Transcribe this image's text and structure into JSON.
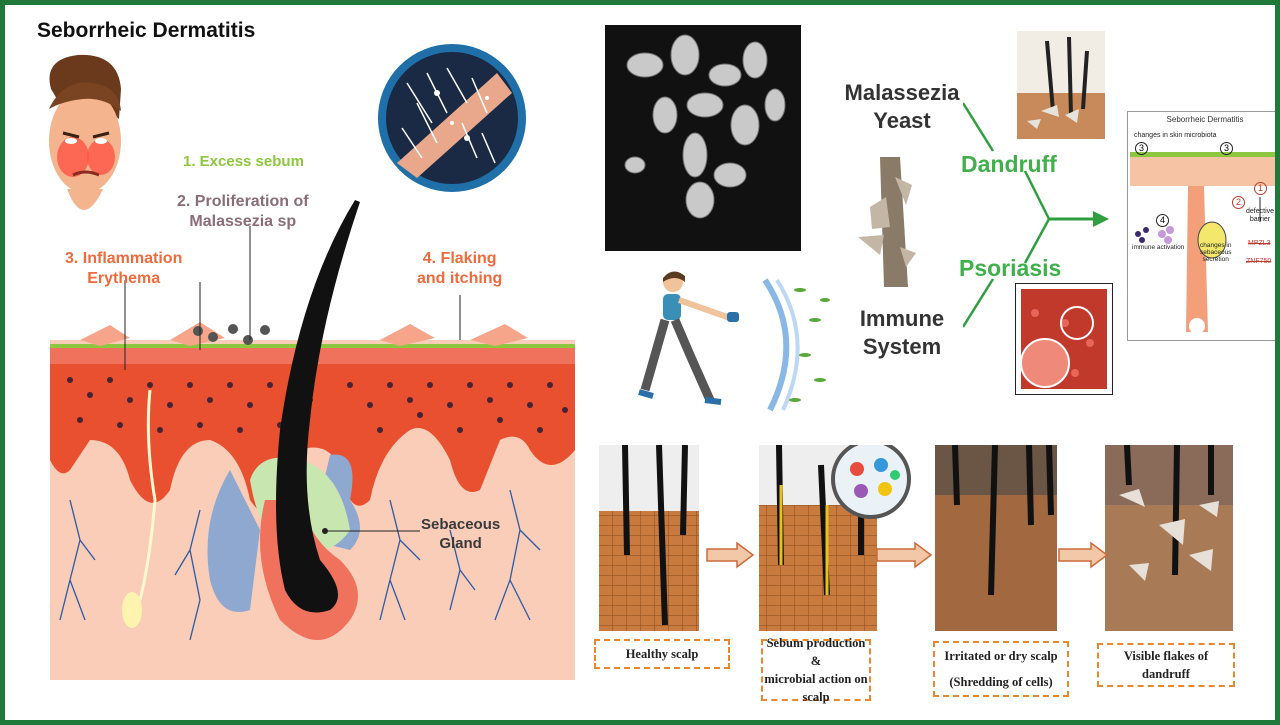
{
  "main_title": "Seborrheic Dermatitis",
  "skin_diagram": {
    "step1": "1. Excess sebum",
    "step2_line1": "2. Proliferation of",
    "step2_line2": "Malassezia sp",
    "step3_line1": "3. Inflammation",
    "step3_line2": "Erythema",
    "step4_line1": "4. Flaking",
    "step4_line2": "and itching",
    "gland_line1": "Sebaceous",
    "gland_line2": "Gland"
  },
  "causes": {
    "malassezia_line1": "Malassezia",
    "malassezia_line2": "Yeast",
    "immune_line1": "Immune",
    "immune_line2": "System",
    "dandruff": "Dandruff",
    "psoriasis": "Psoriasis"
  },
  "mini_diagram": {
    "title": "Seborrheic Dermatitis",
    "microbiota": "changes in skin microbiota",
    "barrier_line1": "defective",
    "barrier_line2": "barrier",
    "mpzl3": "MPZL3",
    "znf750": "ZNF750",
    "immune": "immune activation",
    "secretion_line1": "changes in",
    "secretion_line2": "sebaceous",
    "secretion_line3": "secretion",
    "n1": "1",
    "n2": "2",
    "n3": "3",
    "n4": "4"
  },
  "stages": [
    {
      "line1": "Healthy scalp",
      "line2": "",
      "line3": ""
    },
    {
      "line1": "Sebum production &",
      "line2": "microbial action on",
      "line3": "scalp"
    },
    {
      "line1": "Irritated or dry scalp",
      "line2": "(Shredding of cells)",
      "line3": ""
    },
    {
      "line1": "Visible flakes of",
      "line2": "dandruff",
      "line3": ""
    }
  ],
  "colors": {
    "frame": "#1f7a3a",
    "accent_green": "#8dc63f",
    "accent_orange": "#ef6a3c",
    "arrow_green": "#2f9e3f"
  }
}
